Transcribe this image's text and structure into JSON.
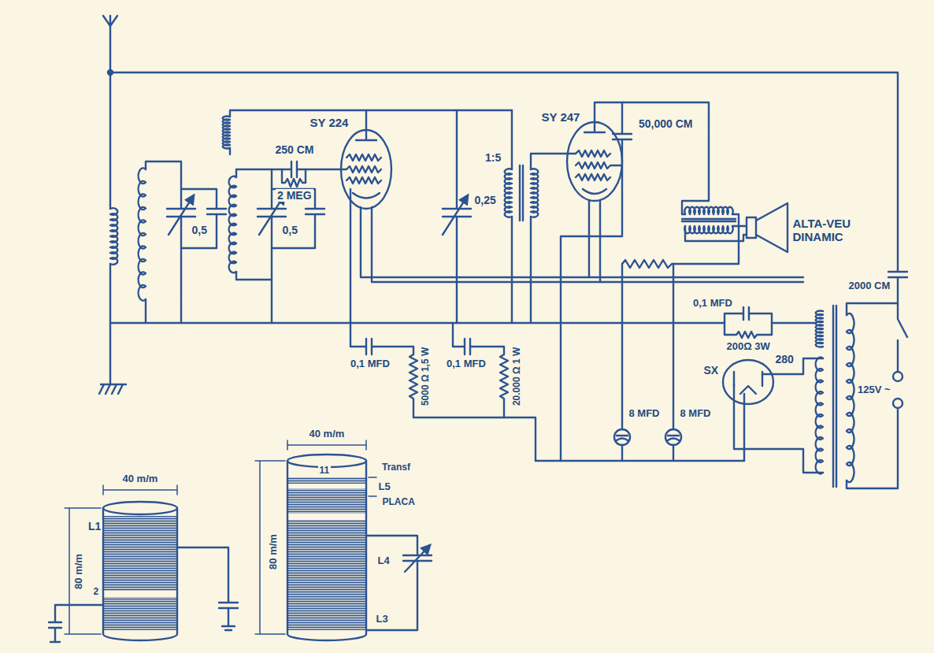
{
  "diagram": {
    "labels": [
      "SY 224",
      "250 CM",
      "2 MEG",
      "0,5",
      "0,5",
      "SY 247",
      "1:5",
      "0,25",
      "50,000 CM",
      "ALTA-VEU DINAMIC",
      "2000 CM",
      "0,1 MFD",
      "5000 Ω 1,5 W",
      "0,1 MFD",
      "20.000 Ω 1 W",
      "0,1 MFD",
      "200Ω 3W",
      "8 MFD",
      "8 MFD",
      "SX",
      "280",
      "125V ~",
      "40 m/m",
      "80 m/m",
      "L1",
      "2",
      "40 m/m",
      "80 m/m",
      "11",
      "Transf",
      "L5",
      "PLACA",
      "L4",
      "L3"
    ]
  }
}
